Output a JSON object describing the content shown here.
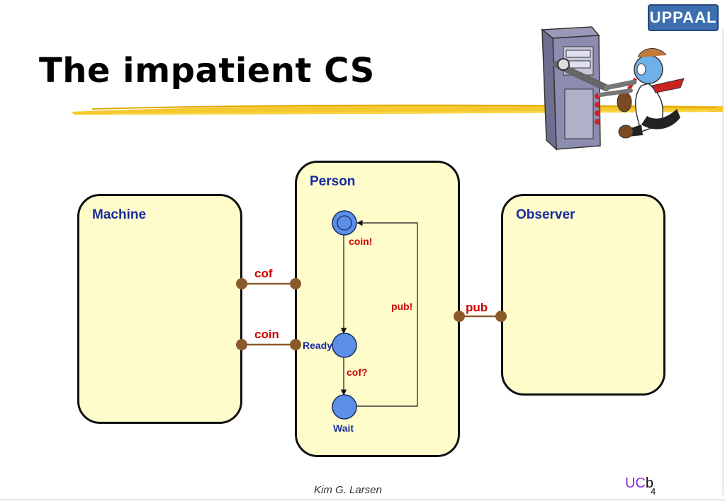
{
  "slide": {
    "title": "The impatient CS",
    "author": "Kim G. Larsen",
    "logo_prefix": "UC",
    "logo_suffix": "b",
    "page_number": "4",
    "uppaal_logo": "UPPAAL"
  },
  "automata": {
    "machine": "Machine",
    "person": "Person",
    "observer": "Observer"
  },
  "channels": {
    "cof": "cof",
    "coin": "coin",
    "pub": "pub"
  },
  "person_model": {
    "locations": {
      "ready": "Ready",
      "wait": "Wait"
    },
    "edges": {
      "coin_out": "coin!",
      "cof_in": "cof?",
      "pub_out": "pub!"
    }
  },
  "colors": {
    "box_fill": "#fffccc",
    "location_fill": "#5b8fe8",
    "channel_color": "#8b5a2b",
    "label_red": "#cc0000",
    "label_blue": "#1a2aa0",
    "title_stroke": "#f4c21a"
  },
  "illustration": "computer-tower-grabbing-person-icon"
}
